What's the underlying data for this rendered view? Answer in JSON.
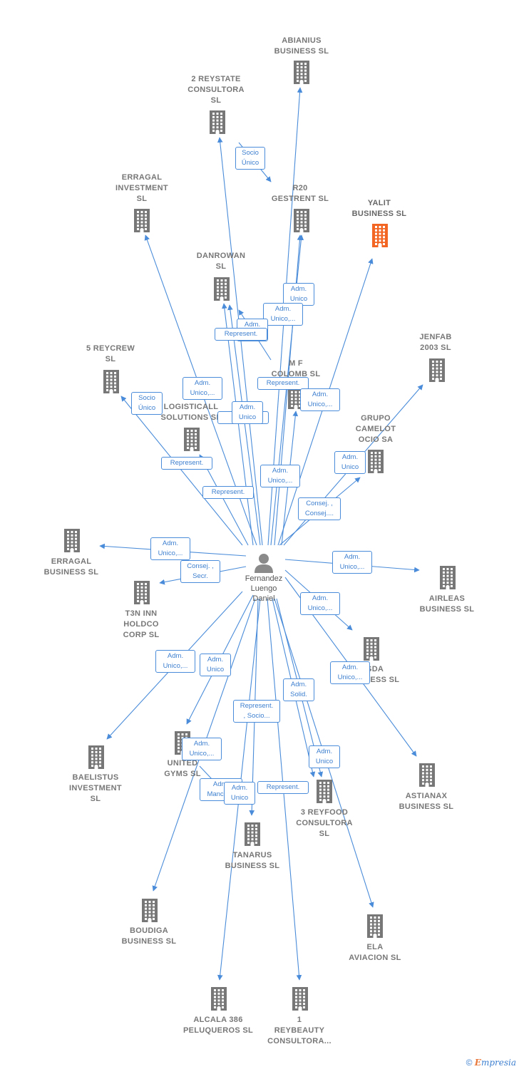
{
  "center": {
    "label": "Fernandez\nLuengo\nDaniel",
    "icon": "person-icon"
  },
  "colors": {
    "edge": "#4a8cd9",
    "node": "#777777",
    "highlight": "#f26522"
  },
  "nodes": [
    {
      "id": "abianius",
      "label": "ABIANIUS\nBUSINESS  SL"
    },
    {
      "id": "reystate2",
      "label": "2 REYSTATE\nCONSULTORA\nSL"
    },
    {
      "id": "erragal_inv",
      "label": "ERRAGAL\nINVESTMENT\nSL"
    },
    {
      "id": "r20",
      "label": "R20\nGESTRENT  SL"
    },
    {
      "id": "yalit",
      "label": "YALIT\nBUSINESS  SL",
      "highlight": true
    },
    {
      "id": "danrowan",
      "label": "DANROWAN\nSL"
    },
    {
      "id": "reycrew5",
      "label": "5 REYCREW\nSL"
    },
    {
      "id": "mfcolomb",
      "label": "M F\nCOLOMB SL"
    },
    {
      "id": "jenfab",
      "label": "JENFAB\n2003 SL"
    },
    {
      "id": "logisticall",
      "label": "LOGISTICALL\nSOLUTIONS  SL"
    },
    {
      "id": "camelot",
      "label": "GRUPO\nCAMELOT\nOCIO SA"
    },
    {
      "id": "erragal_bus",
      "label": "ERRAGAL\nBUSINESS  SL"
    },
    {
      "id": "t3n",
      "label": "T3N INN\nHOLDCO\nCORP  SL"
    },
    {
      "id": "airleas",
      "label": "AIRLEAS\nBUSINESS  SL"
    },
    {
      "id": "asda",
      "label": "ASDA\nBUSINESS  SL"
    },
    {
      "id": "baelistus",
      "label": "BAELISTUS\nINVESTMENT\nSL"
    },
    {
      "id": "united",
      "label": "UNITED\nGYMS  SL"
    },
    {
      "id": "astianax",
      "label": "ASTIANAX\nBUSINESS  SL"
    },
    {
      "id": "reyfood3",
      "label": "3 REYFOOD\nCONSULTORA\nSL"
    },
    {
      "id": "tanarus",
      "label": "TANARUS\nBUSINESS  SL"
    },
    {
      "id": "boudiga",
      "label": "BOUDIGA\nBUSINESS  SL"
    },
    {
      "id": "ela",
      "label": "ELA\nAVIACION SL"
    },
    {
      "id": "alcala",
      "label": "ALCALA 386\nPELUQUEROS SL"
    },
    {
      "id": "reybeauty1",
      "label": "1\nREYBEAUTY\nCONSULTORA..."
    }
  ],
  "relations": [
    {
      "id": "r1",
      "label": "Socio\nÚnico"
    },
    {
      "id": "r2",
      "label": "Adm.\nUnico"
    },
    {
      "id": "r3",
      "label": "Adm.\nUnico,..."
    },
    {
      "id": "r4",
      "label": "Adm.\nUnico"
    },
    {
      "id": "r5",
      "label": "Represent."
    },
    {
      "id": "r6",
      "label": "Represent."
    },
    {
      "id": "r7",
      "label": "Adm.\nUnico,..."
    },
    {
      "id": "r8",
      "label": "Adm.\nUnico,..."
    },
    {
      "id": "r9",
      "label": "Socio\nÚnico"
    },
    {
      "id": "r10",
      "label": "Re..."
    },
    {
      "id": "r11",
      "label": "Adm.\nUnico"
    },
    {
      "id": "r12",
      "label": "Represent."
    },
    {
      "id": "r13",
      "label": "Adm.\nUnico"
    },
    {
      "id": "r14",
      "label": "Adm.\nUnico,..."
    },
    {
      "id": "r15",
      "label": "Represent."
    },
    {
      "id": "r16",
      "label": "Consej. ,\nConsej...."
    },
    {
      "id": "r17",
      "label": "Adm.\nUnico,..."
    },
    {
      "id": "r18",
      "label": "Consej. ,\nSecr."
    },
    {
      "id": "r19",
      "label": "Adm.\nUnico,..."
    },
    {
      "id": "r20",
      "label": "Adm.\nUnico,..."
    },
    {
      "id": "r21",
      "label": "Adm.\nUnico,..."
    },
    {
      "id": "r22",
      "label": "Adm.\nUnico,..."
    },
    {
      "id": "r23",
      "label": "Adm.\nUnico"
    },
    {
      "id": "r24",
      "label": "Adm.\nSolid."
    },
    {
      "id": "r25",
      "label": "Represent.\n, Socio..."
    },
    {
      "id": "r26",
      "label": "Adm.\nUnico,..."
    },
    {
      "id": "r27",
      "label": "Adm.\nUnico"
    },
    {
      "id": "r28",
      "label": "Adm.\nMancom."
    },
    {
      "id": "r29",
      "label": "Adm.\nUnico"
    },
    {
      "id": "r30",
      "label": "Represent."
    }
  ],
  "footer": {
    "copyright": "©",
    "brand_initial": "E",
    "brand": "mpresia"
  }
}
